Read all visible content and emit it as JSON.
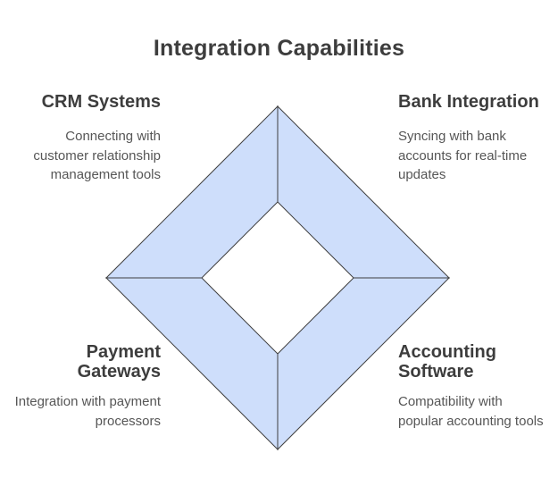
{
  "title": "Integration Capabilities",
  "diagram": {
    "type": "diamond-quadrant",
    "fill_color": "#cedefb",
    "stroke_color": "#3f3f3f",
    "background_color": "#ffffff"
  },
  "sections": {
    "crm": {
      "heading": "CRM Systems",
      "description": "Connecting with\ncustomer relationship\nmanagement tools"
    },
    "bank": {
      "heading": "Bank Integration",
      "description": "Syncing with bank\naccounts for real-time\nupdates"
    },
    "payment": {
      "heading": "Payment\nGateways",
      "description": "Integration with payment\nprocessors"
    },
    "accounting": {
      "heading": "Accounting\nSoftware",
      "description": "Compatibility with\npopular accounting tools"
    }
  }
}
